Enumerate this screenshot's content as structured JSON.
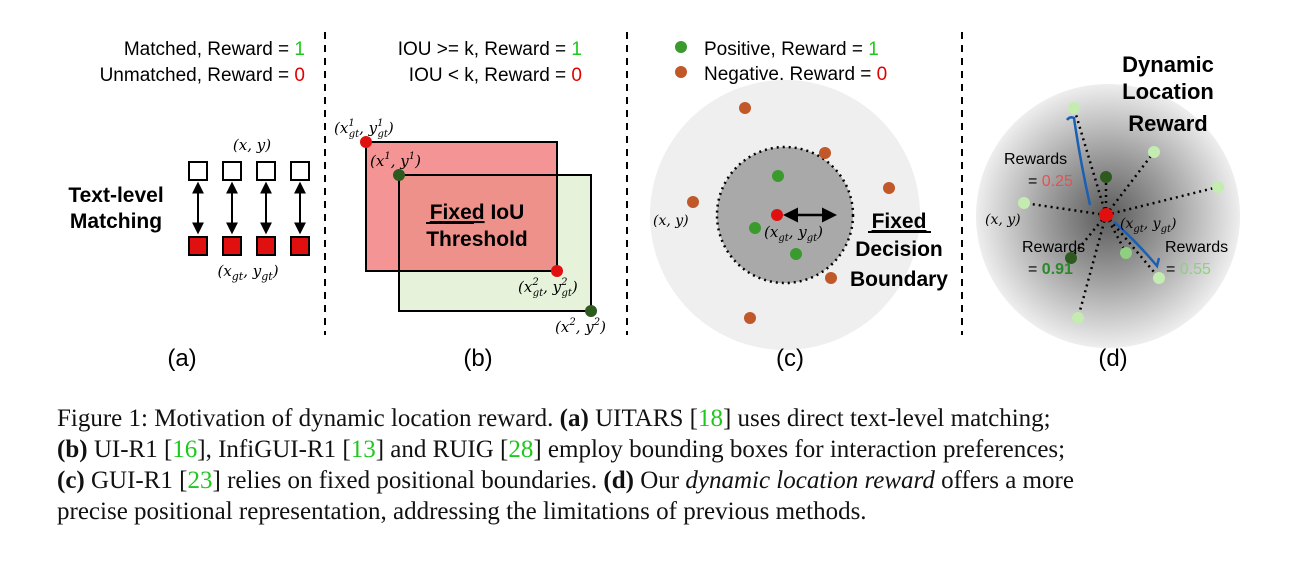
{
  "panel_a": {
    "line1_text": "Matched,  Reward = ",
    "line1_value": "1",
    "line2_text": "Unmatched, Reward = ",
    "line2_value": "0",
    "pred_label": "(x, y)",
    "gt_label": "(x_gt, y_gt)",
    "title_line1": "Text-level",
    "title_line2": "Matching",
    "tag": "(a)"
  },
  "panel_b": {
    "line1_text": "IOU >= k, Reward = ",
    "line1_value": "1",
    "line2_text": "IOU < k,  Reward = ",
    "line2_value": "0",
    "gt1_label": "(x¹gt, y¹gt)",
    "p1_label": "(x¹, y¹)",
    "gt2_label": "(x²gt, y²gt)",
    "p2_label": "(x², y²)",
    "center_word1": "Fixed",
    "center_word2": "IoU",
    "center_line2": "Threshold",
    "tag": "(b)"
  },
  "panel_c": {
    "legend_pos": "Positive,  Reward = ",
    "legend_pos_value": "1",
    "legend_neg": "Negative, Reward = ",
    "legend_neg_value": "0",
    "pred_label": "(x, y)",
    "gt_label": "(x_gt, y_gt)",
    "side_line1": "Fixed",
    "side_line2": "Decision",
    "side_line3": "Boundary",
    "tag": "(c)"
  },
  "panel_d": {
    "title_line1": "Dynamic",
    "title_line2": "Location",
    "title_line3": "Reward",
    "rewards_a_label": "Rewards",
    "rewards_a_value": "= 0.25",
    "rewards_b_label": "Rewards",
    "rewards_b_value": "= 0.91",
    "rewards_c_label": "Rewards",
    "rewards_c_value": "= 0.55",
    "pred_label": "(x, y)",
    "gt_label": "(x_gt, y_gt)",
    "tag": "(d)"
  },
  "caption": {
    "l1_a": "Figure 1: Motivation of dynamic location reward. ",
    "l1_b": "(a)",
    "l1_c": " UITARS [",
    "l1_ref1": "18",
    "l1_d": "] uses direct text-level matching;",
    "l2_a": "(b)",
    "l2_b": " UI-R1 [",
    "l2_ref1": "16",
    "l2_c": "], InfiGUI-R1 [",
    "l2_ref2": "13",
    "l2_d": "] and RUIG [",
    "l2_ref3": "28",
    "l2_e": "] employ bounding boxes for interaction preferences;",
    "l3_a": "(c)",
    "l3_b": " GUI-R1 [",
    "l3_ref1": "23",
    "l3_c": "] relies on fixed positional boundaries. ",
    "l3_d": "(d)",
    "l3_e": " Our ",
    "l3_f": "dynamic location reward",
    "l3_g": " offers a more",
    "l4": "precise positional representation, addressing the limitations of previous methods."
  },
  "colors": {
    "green_value": "#1ec81e",
    "red_value": "#e00000",
    "ref_green": "#1ec81e",
    "gt_red": "#e01010",
    "pred_dark_green": "#2d5a1f",
    "positive_green": "#3a9a2e",
    "negative_orange": "#c0582a",
    "light_green_point": "#b8e6a4",
    "box_red_fill": "#f28a8a",
    "box_green_fill": "#e6f2da",
    "blue_bracket": "#1a5fb4"
  }
}
